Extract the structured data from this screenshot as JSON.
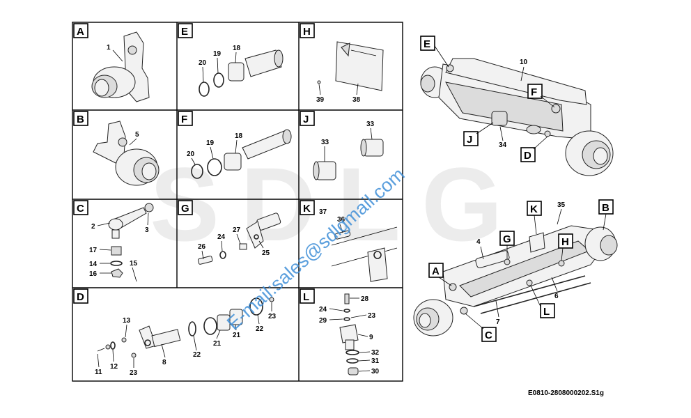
{
  "watermark": "SDLG",
  "email_watermark": "E-mail:sales@sdlgmail.com",
  "drawing_code": "E0810-2808000202.S1g",
  "panels": {
    "A": {
      "letter": "A",
      "parts": [
        "1"
      ]
    },
    "B": {
      "letter": "B",
      "parts": [
        "5"
      ]
    },
    "C": {
      "letter": "C",
      "parts": [
        "2",
        "3",
        "17",
        "14",
        "15",
        "16"
      ]
    },
    "D": {
      "letter": "D",
      "parts": [
        "13",
        "11",
        "12",
        "23",
        "8",
        "22",
        "21",
        "21",
        "22",
        "23"
      ]
    },
    "E": {
      "letter": "E",
      "parts": [
        "20",
        "19",
        "18"
      ]
    },
    "F": {
      "letter": "F",
      "parts": [
        "18",
        "19",
        "20"
      ]
    },
    "G": {
      "letter": "G",
      "parts": [
        "24",
        "27",
        "26",
        "25"
      ]
    },
    "H": {
      "letter": "H",
      "parts": [
        "39",
        "38"
      ]
    },
    "J": {
      "letter": "J",
      "parts": [
        "33",
        "33"
      ]
    },
    "K": {
      "letter": "K",
      "parts": [
        "37",
        "36"
      ]
    },
    "L": {
      "letter": "L",
      "parts": [
        "28",
        "24",
        "23",
        "29",
        "9",
        "32",
        "31",
        "30"
      ]
    }
  },
  "assembly_top": {
    "labels": [
      "E",
      "F",
      "J",
      "D"
    ],
    "parts": [
      "10",
      "34"
    ]
  },
  "assembly_bottom": {
    "labels": [
      "K",
      "B",
      "G",
      "H",
      "A",
      "C",
      "L"
    ],
    "parts": [
      "35",
      "4",
      "6",
      "7"
    ]
  }
}
